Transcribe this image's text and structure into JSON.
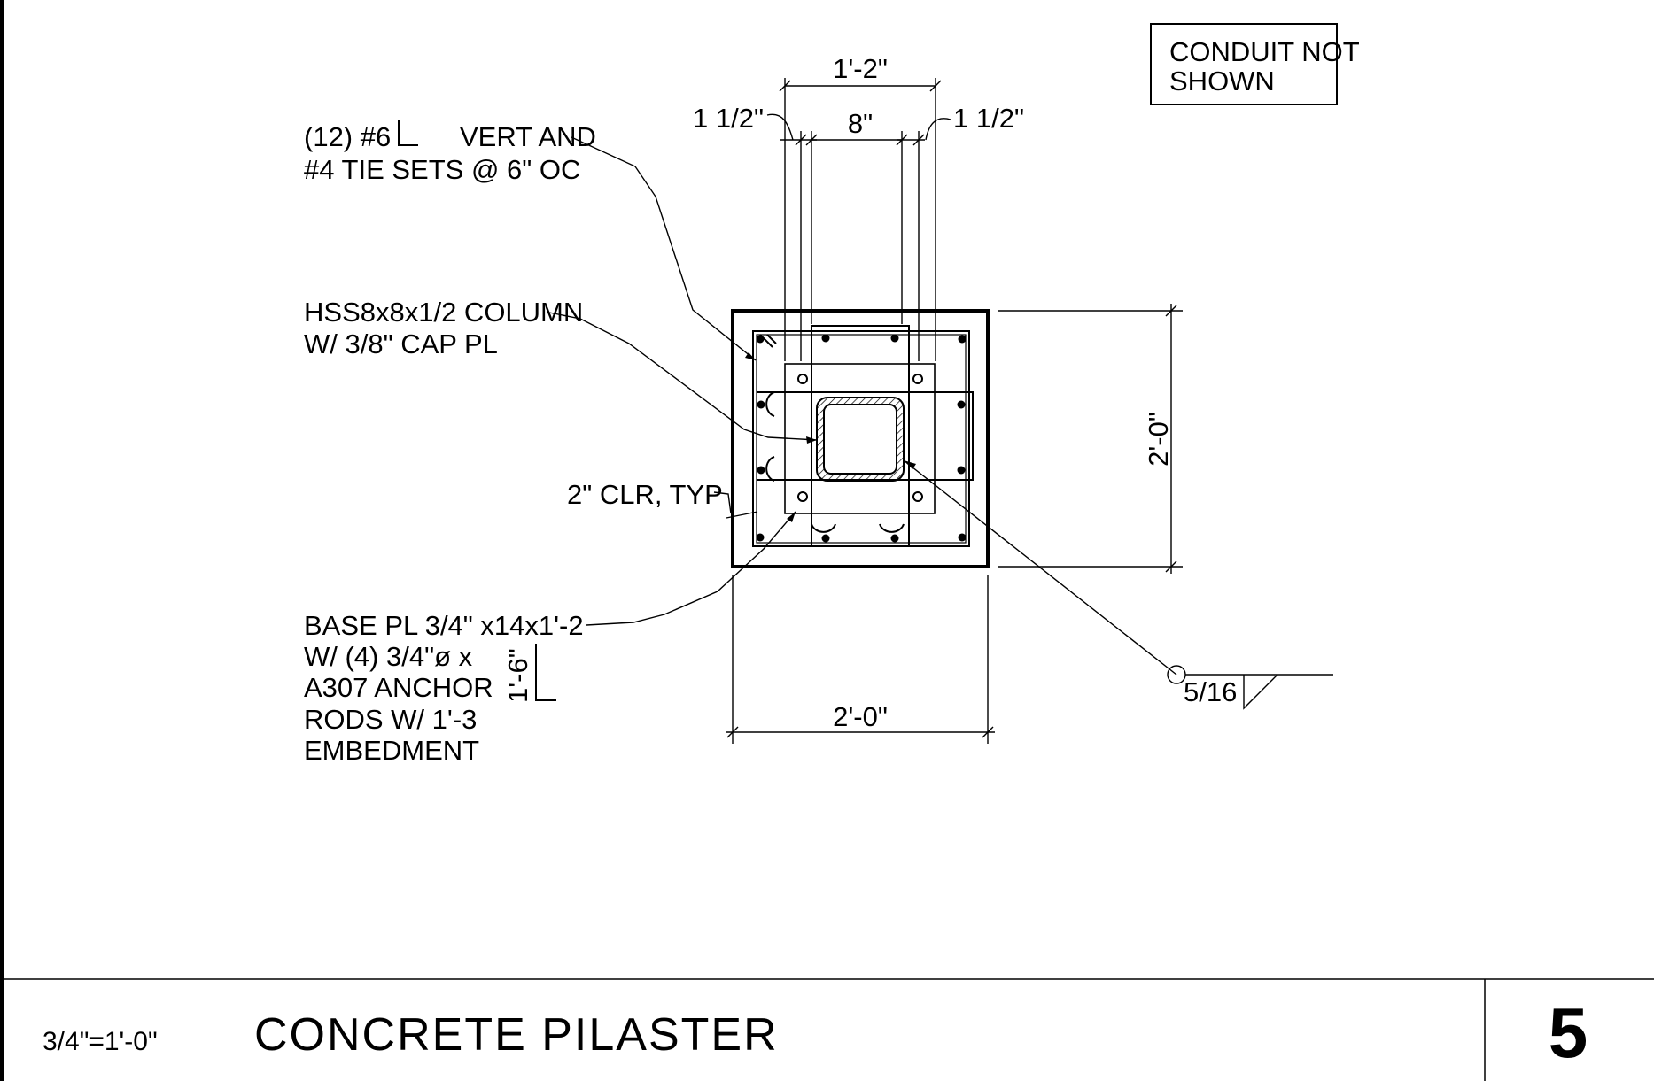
{
  "notes": {
    "conduit_line1": "CONDUIT NOT",
    "conduit_line2": "SHOWN",
    "rebar_line1": "(12) #6",
    "rebar_line1b": "VERT AND",
    "rebar_line2": "#4 TIE SETS @ 6\" OC",
    "column_line1": "HSS8x8x1/2 COLUMN",
    "column_line2": "W/ 3/8\" CAP PL",
    "clear_cover": "2\" CLR, TYP",
    "base_line1": "BASE PL 3/4\" x14x1'-2",
    "base_line2": "W/ (4) 3/4\"ø x",
    "base_line2b": "1'-6\"",
    "base_line3": "A307 ANCHOR",
    "base_line4": "RODS W/ 1'-3",
    "base_line5": "EMBEDMENT",
    "weld_size": "5/16"
  },
  "dimensions": {
    "top_overall": "1'-2\"",
    "top_middle": "8\"",
    "top_left_edge": "1 1/2\"",
    "top_right_edge": "1 1/2\"",
    "right_height": "2'-0\"",
    "bottom_width": "2'-0\""
  },
  "title_block": {
    "scale": "3/4\"=1'-0\"",
    "title": "CONCRETE PILASTER",
    "detail_number": "5"
  }
}
